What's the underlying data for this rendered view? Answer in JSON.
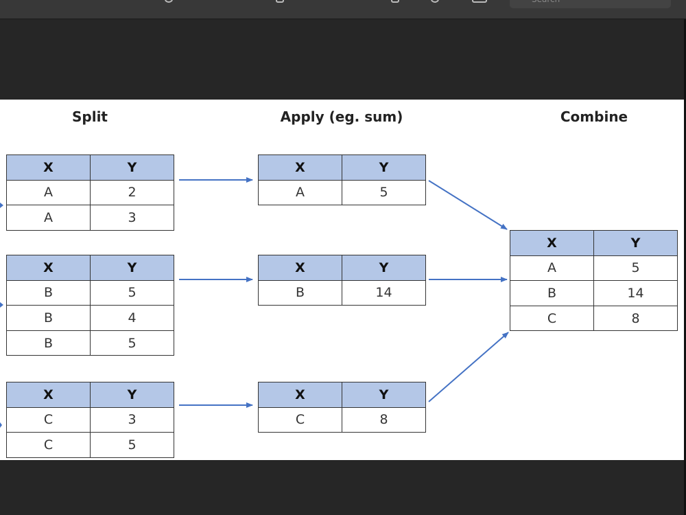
{
  "toolbar": {
    "search_placeholder": "Search"
  },
  "colors": {
    "header_fill": "#b4c7e7",
    "arrow": "#4472c4"
  },
  "titles": {
    "split": "Split",
    "apply": "Apply (eg. sum)",
    "combine": "Combine"
  },
  "columns": [
    "X",
    "Y"
  ],
  "split": [
    {
      "rows": [
        [
          "A",
          "2"
        ],
        [
          "A",
          "3"
        ]
      ]
    },
    {
      "rows": [
        [
          "B",
          "5"
        ],
        [
          "B",
          "4"
        ],
        [
          "B",
          "5"
        ]
      ]
    },
    {
      "rows": [
        [
          "C",
          "3"
        ],
        [
          "C",
          "5"
        ]
      ]
    }
  ],
  "apply": [
    {
      "rows": [
        [
          "A",
          "5"
        ]
      ]
    },
    {
      "rows": [
        [
          "B",
          "14"
        ]
      ]
    },
    {
      "rows": [
        [
          "C",
          "8"
        ]
      ]
    }
  ],
  "combine": {
    "rows": [
      [
        "A",
        "5"
      ],
      [
        "B",
        "14"
      ],
      [
        "C",
        "8"
      ]
    ]
  }
}
